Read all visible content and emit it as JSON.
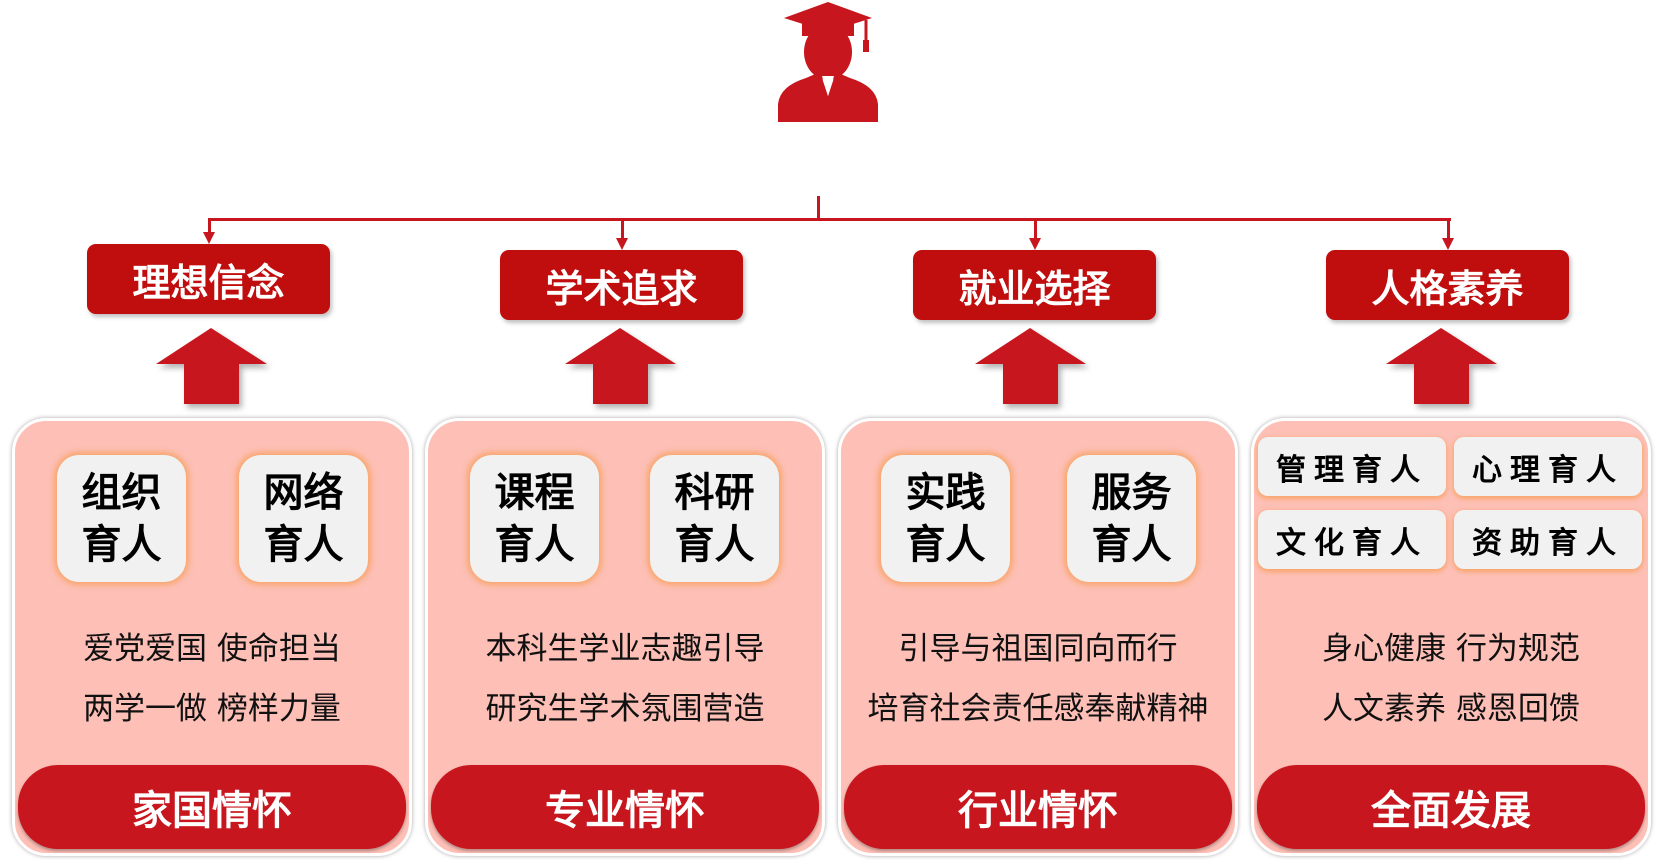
{
  "icon": "graduate-icon",
  "color_accent": "#c8161e",
  "columns": [
    {
      "header": "理想信念",
      "tiles": [
        "组织育人",
        "网络育人"
      ],
      "lines": [
        "爱党爱国 使命担当",
        "两学一做 榜样力量"
      ],
      "footer": "家国情怀"
    },
    {
      "header": "学术追求",
      "tiles": [
        "课程育人",
        "科研育人"
      ],
      "lines": [
        "本科生学业志趣引导",
        "研究生学术氛围营造"
      ],
      "footer": "专业情怀"
    },
    {
      "header": "就业选择",
      "tiles": [
        "实践育人",
        "服务育人"
      ],
      "lines": [
        "引导与祖国同向而行",
        "培育社会责任感奉献精神"
      ],
      "footer": "行业情怀"
    },
    {
      "header": "人格素养",
      "tiles": [
        "管理育人",
        "心理育人",
        "文化育人",
        "资助育人"
      ],
      "lines": [
        "身心健康 行为规范",
        "人文素养 感恩回馈"
      ],
      "footer": "全面发展"
    }
  ]
}
